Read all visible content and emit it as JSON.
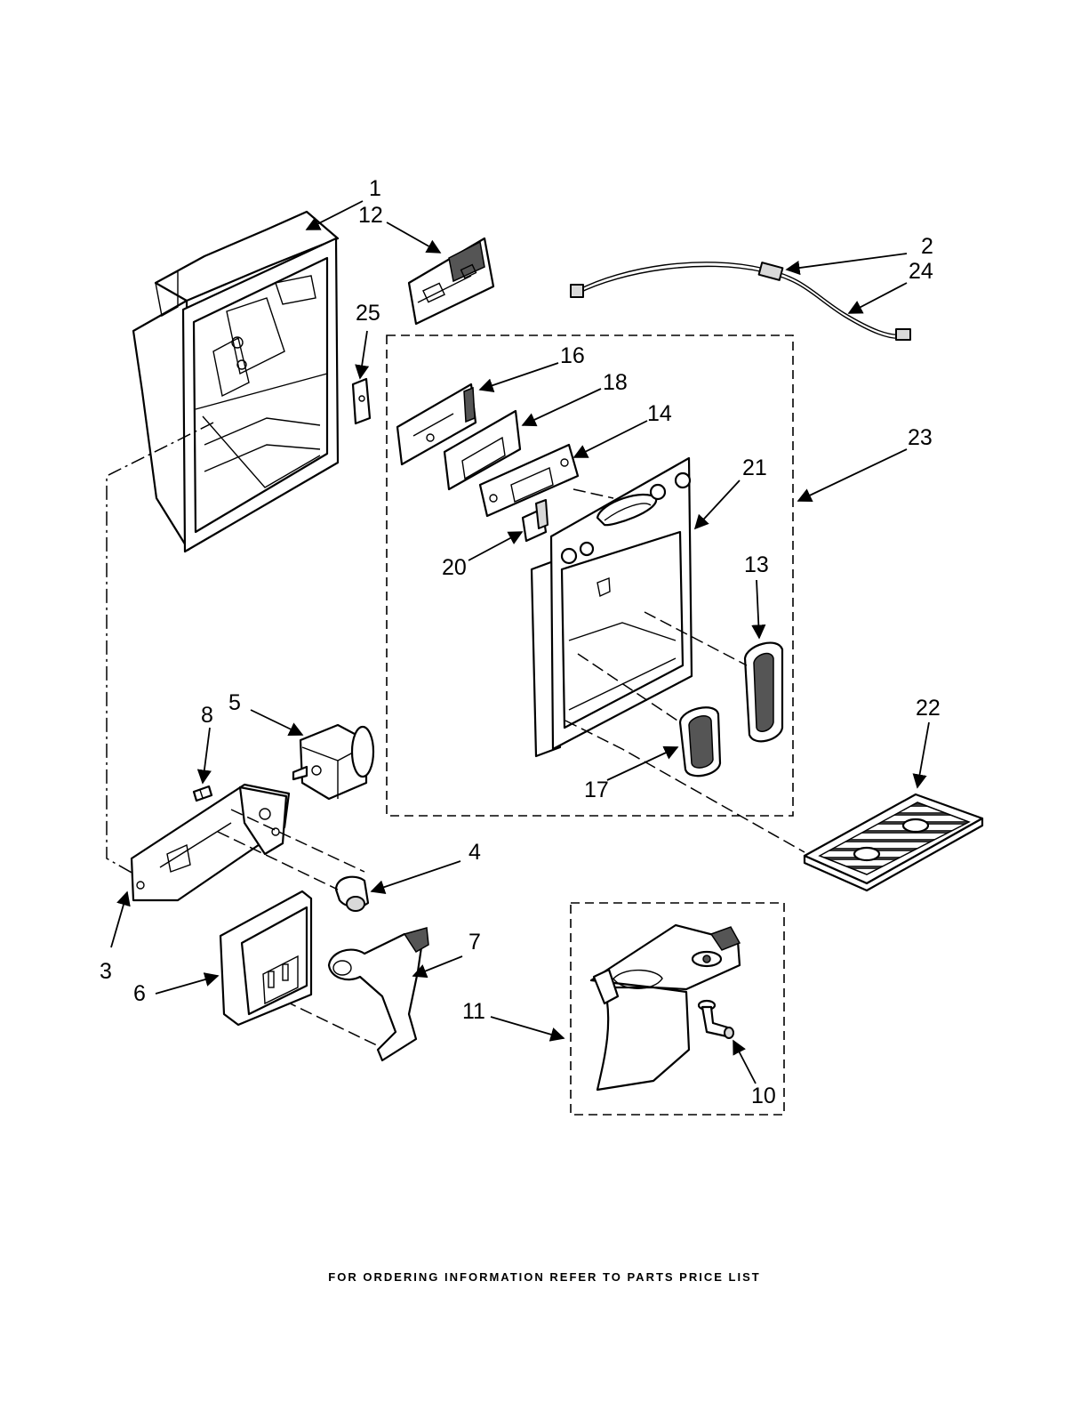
{
  "callouts": {
    "c1": "1",
    "c2": "2",
    "c3": "3",
    "c4": "4",
    "c5": "5",
    "c6": "6",
    "c7": "7",
    "c8": "8",
    "c10": "10",
    "c11": "11",
    "c12": "12",
    "c13": "13",
    "c14": "14",
    "c16": "16",
    "c17": "17",
    "c18": "18",
    "c20": "20",
    "c21": "21",
    "c22": "22",
    "c23": "23",
    "c24": "24",
    "c25": "25"
  },
  "footer": {
    "note": "FOR ORDERING INFORMATION REFER TO PARTS PRICE LIST"
  }
}
